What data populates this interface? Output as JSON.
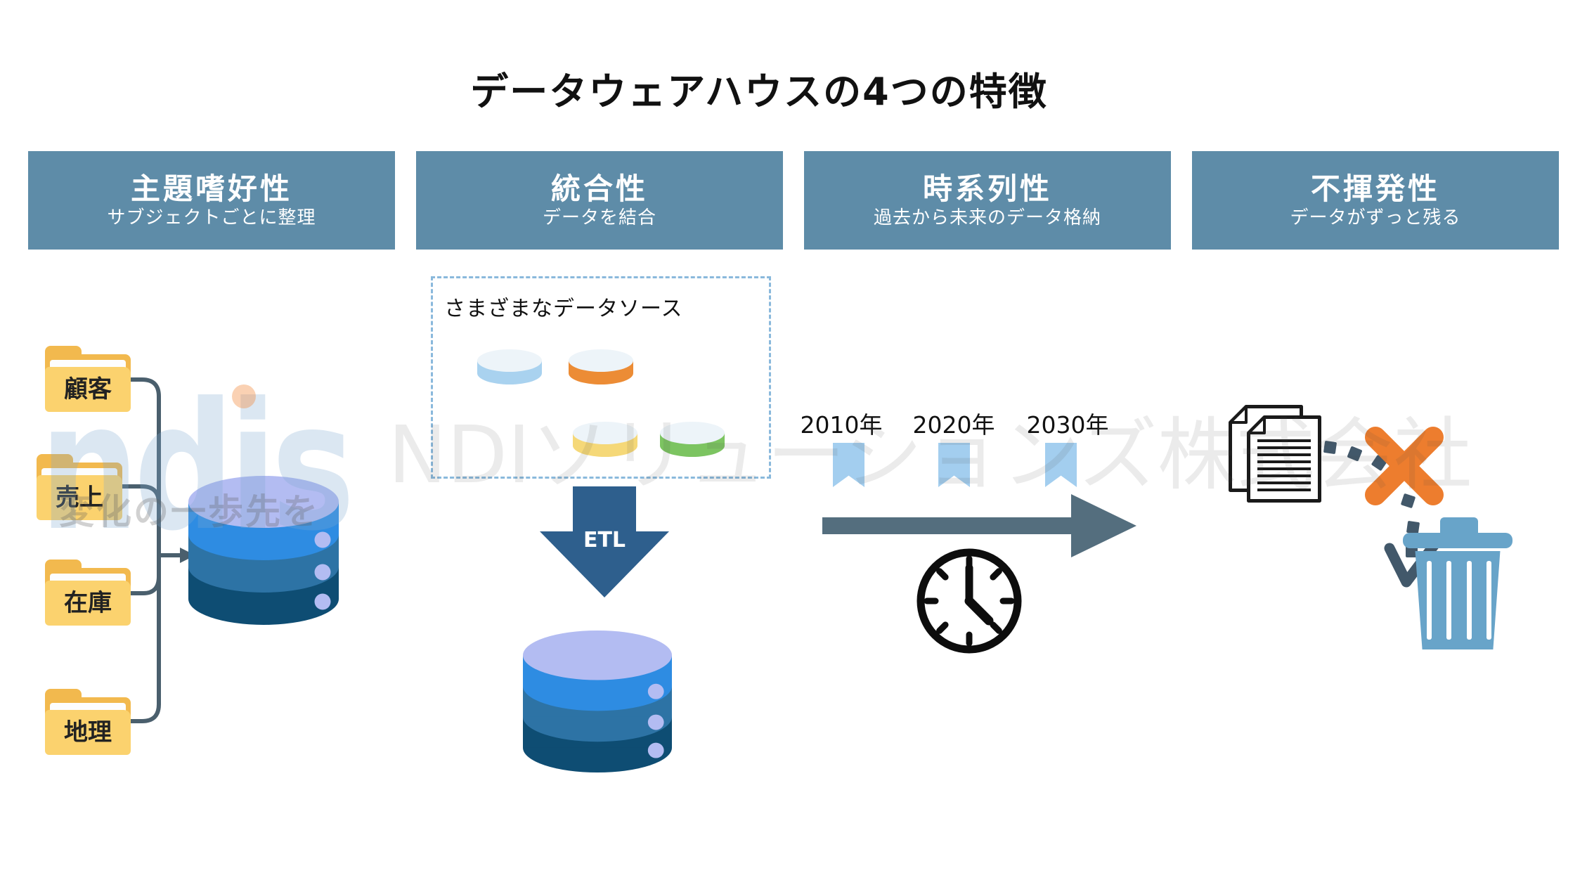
{
  "title": "データウェアハウスの4つの特徴",
  "headers": [
    {
      "title": "主題嗜好性",
      "subtitle": "サブジェクトごとに整理"
    },
    {
      "title": "統合性",
      "subtitle": "データを結合"
    },
    {
      "title": "時系列性",
      "subtitle": "過去から未来のデータ格納"
    },
    {
      "title": "不揮発性",
      "subtitle": "データがずっと残る"
    }
  ],
  "folders": [
    "顧客",
    "売上",
    "在庫",
    "地理"
  ],
  "integration": {
    "source_label": "さまざまなデータソース",
    "etl_label": "ETL"
  },
  "timeline": {
    "years": [
      "2010年",
      "2020年",
      "2030年"
    ]
  },
  "watermark": {
    "logo": "ndis",
    "tagline": "変化の一歩先を",
    "company": "NDIソリューションズ株式会社"
  },
  "colors": {
    "header_bg": "#5e8ca8",
    "title_text": "#111111",
    "folder_front": "#fbd26e",
    "folder_back": "#f2b94e",
    "connector": "#4a5f6d",
    "db_top": "#b3bcf2",
    "db_band_light": "#2e8ce2",
    "db_band_mid": "#2d73a5",
    "db_band_dark": "#0e4d73",
    "disk_blue": "#a9d2ef",
    "disk_orange": "#ec8c35",
    "disk_yellow": "#f5d878",
    "disk_green": "#7cc461",
    "disk_top": "#edf4f9",
    "dashed_border": "#8ab9dc",
    "etl_arrow": "#2e5f8d",
    "timeline_arrow": "#546e7e",
    "bookmark": "#a3ceef",
    "clock": "#0d0d0d",
    "x_mark": "#ed7d2e",
    "trash": "#68a4c9",
    "dash_path": "#42586a"
  }
}
